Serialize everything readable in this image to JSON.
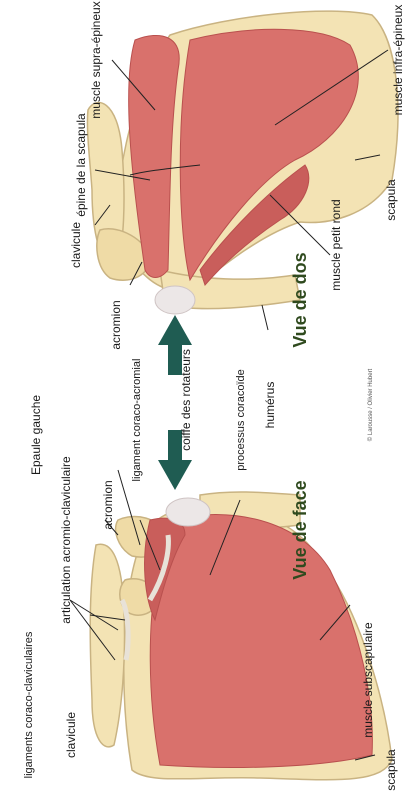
{
  "title": "Epaule gauche",
  "views": {
    "back": "Vue de dos",
    "front": "Vue de face"
  },
  "labels": {
    "supraspinatus": "muscle supra-épineux",
    "infraspinatus": "muscle infra-épineux",
    "spine": "épine de la scapula",
    "clavicle_back": "clavicule",
    "scapula_back": "scapula",
    "teres_minor": "muscle petit rond",
    "acromion_back": "acromion",
    "rotator_cuff": "coiffe des rotateurs",
    "humerus": "humérus",
    "coracoid": "processus coracoïde",
    "coracoacromial_lig": "ligament coraco-acromial",
    "ac_joint": "articulation acromio-claviculaire",
    "acromion_front": "acromion",
    "coracoclavicular_lig": "ligaments coraco-claviculaires",
    "clavicle_front": "clavicule",
    "subscapularis": "muscle subscapulaire",
    "scapula_front": "scapula"
  },
  "credit": "© Larousse / Olivier Hubert",
  "colors": {
    "muscle": "#d9716c",
    "muscle_dark": "#b9504e",
    "bone": "#f3e3b4",
    "bone_edge": "#c9b382",
    "arrow": "#1f5c52",
    "title": "#7b5bb0",
    "view_title": "#2f4a1e"
  }
}
